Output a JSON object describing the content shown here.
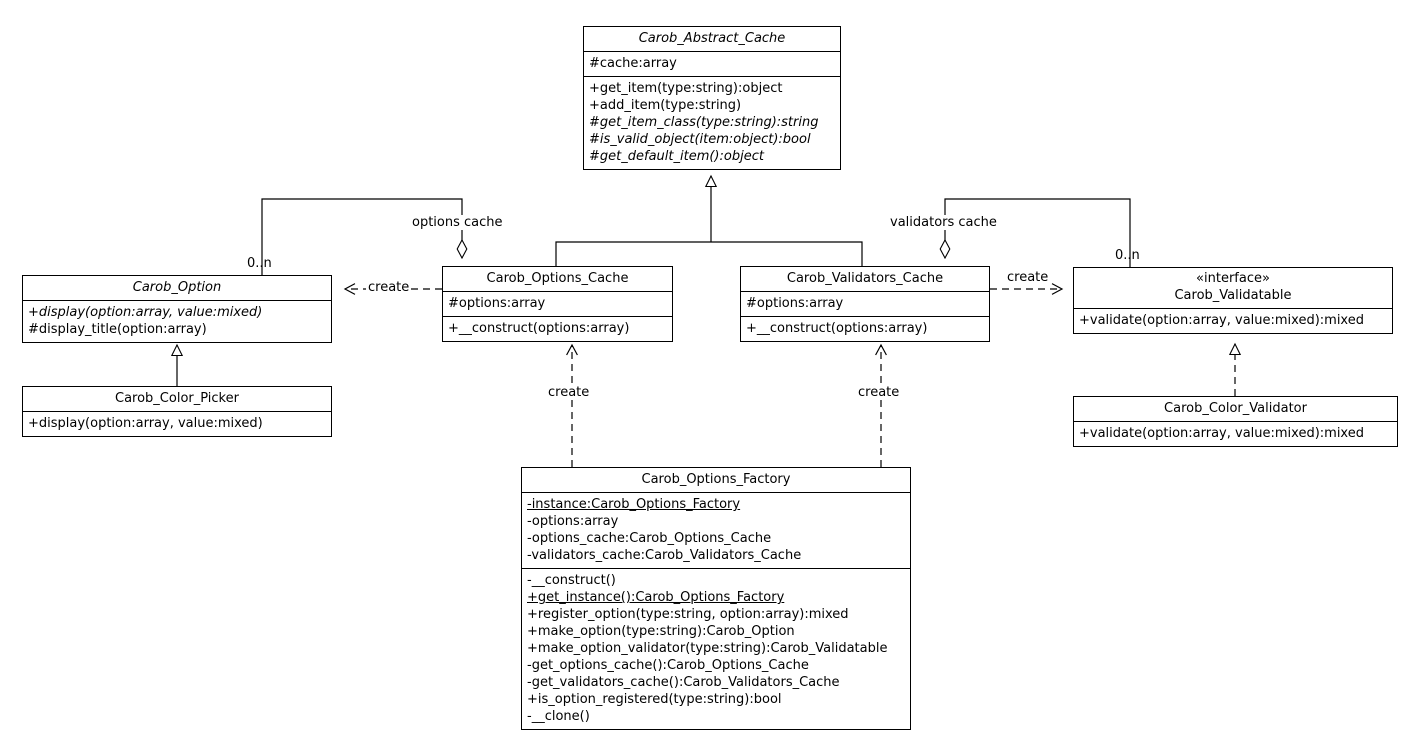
{
  "diagram": {
    "kind": "uml-class-diagram",
    "background": "#ffffff",
    "line_color": "#000000",
    "text_color": "#000000"
  },
  "classes": {
    "abstract_cache": {
      "name": "Carob_Abstract_Cache",
      "stereotype": "",
      "abstract": true,
      "attributes": [
        {
          "text": "#cache:array",
          "abstract": false,
          "static": false
        }
      ],
      "methods": [
        {
          "text": "+get_item(type:string):object",
          "abstract": false,
          "static": false
        },
        {
          "text": "+add_item(type:string)",
          "abstract": false,
          "static": false
        },
        {
          "text": "#get_item_class(type:string):string",
          "abstract": true,
          "static": false
        },
        {
          "text": "#is_valid_object(item:object):bool",
          "abstract": true,
          "static": false
        },
        {
          "text": "#get_default_item():object",
          "abstract": true,
          "static": false
        }
      ]
    },
    "option": {
      "name": "Carob_Option",
      "stereotype": "",
      "abstract": true,
      "attributes": [],
      "methods": [
        {
          "text": "+display(option:array, value:mixed)",
          "abstract": true,
          "static": false
        },
        {
          "text": "#display_title(option:array)",
          "abstract": false,
          "static": false
        }
      ]
    },
    "color_picker": {
      "name": "Carob_Color_Picker",
      "stereotype": "",
      "abstract": false,
      "attributes": [],
      "methods": [
        {
          "text": "+display(option:array, value:mixed)",
          "abstract": false,
          "static": false
        }
      ]
    },
    "options_cache": {
      "name": "Carob_Options_Cache",
      "stereotype": "",
      "abstract": false,
      "attributes": [
        {
          "text": "#options:array",
          "abstract": false,
          "static": false
        }
      ],
      "methods": [
        {
          "text": "+__construct(options:array)",
          "abstract": false,
          "static": false
        }
      ]
    },
    "validators_cache": {
      "name": "Carob_Validators_Cache",
      "stereotype": "",
      "abstract": false,
      "attributes": [
        {
          "text": "#options:array",
          "abstract": false,
          "static": false
        }
      ],
      "methods": [
        {
          "text": "+__construct(options:array)",
          "abstract": false,
          "static": false
        }
      ]
    },
    "validatable": {
      "name": "Carob_Validatable",
      "stereotype": "«interface»",
      "abstract": false,
      "attributes": [],
      "methods": [
        {
          "text": "+validate(option:array, value:mixed):mixed",
          "abstract": false,
          "static": false
        }
      ]
    },
    "color_validator": {
      "name": "Carob_Color_Validator",
      "stereotype": "",
      "abstract": false,
      "attributes": [],
      "methods": [
        {
          "text": "+validate(option:array, value:mixed):mixed",
          "abstract": false,
          "static": false
        }
      ]
    },
    "options_factory": {
      "name": "Carob_Options_Factory",
      "stereotype": "",
      "abstract": false,
      "attributes": [
        {
          "text": "-instance:Carob_Options_Factory",
          "abstract": false,
          "static": true
        },
        {
          "text": "-options:array",
          "abstract": false,
          "static": false
        },
        {
          "text": "-options_cache:Carob_Options_Cache",
          "abstract": false,
          "static": false
        },
        {
          "text": "-validators_cache:Carob_Validators_Cache",
          "abstract": false,
          "static": false
        }
      ],
      "methods": [
        {
          "text": "-__construct()",
          "abstract": false,
          "static": false
        },
        {
          "text": "+get_instance():Carob_Options_Factory",
          "abstract": false,
          "static": true
        },
        {
          "text": "+register_option(type:string, option:array):mixed",
          "abstract": false,
          "static": false
        },
        {
          "text": "+make_option(type:string):Carob_Option",
          "abstract": false,
          "static": false
        },
        {
          "text": "+make_option_validator(type:string):Carob_Validatable",
          "abstract": false,
          "static": false
        },
        {
          "text": "-get_options_cache():Carob_Options_Cache",
          "abstract": false,
          "static": false
        },
        {
          "text": "-get_validators_cache():Carob_Validators_Cache",
          "abstract": false,
          "static": false
        },
        {
          "text": "+is_option_registered(type:string):bool",
          "abstract": false,
          "static": false
        },
        {
          "text": "-__clone()",
          "abstract": false,
          "static": false
        }
      ]
    }
  },
  "relationships": [
    {
      "id": "gen-caches-abstract",
      "type": "generalization",
      "from": [
        "Carob_Options_Cache",
        "Carob_Validators_Cache"
      ],
      "to": "Carob_Abstract_Cache",
      "label": ""
    },
    {
      "id": "agg-options-cache",
      "type": "aggregation",
      "from": "Carob_Options_Cache",
      "to": "Carob_Option",
      "label": "options cache",
      "multiplicity_target": "0..n"
    },
    {
      "id": "agg-validators-cache",
      "type": "aggregation",
      "from": "Carob_Validators_Cache",
      "to": "Carob_Validatable",
      "label": "validators cache",
      "multiplicity_target": "0..n"
    },
    {
      "id": "dep-options-cache-create-option",
      "type": "dependency",
      "from": "Carob_Options_Cache",
      "to": "Carob_Option",
      "label": "create"
    },
    {
      "id": "dep-validators-cache-create-validatable",
      "type": "dependency",
      "from": "Carob_Validators_Cache",
      "to": "Carob_Validatable",
      "label": "create"
    },
    {
      "id": "dep-factory-create-options-cache",
      "type": "dependency",
      "from": "Carob_Options_Factory",
      "to": "Carob_Options_Cache",
      "label": "create"
    },
    {
      "id": "dep-factory-create-validators-cache",
      "type": "dependency",
      "from": "Carob_Options_Factory",
      "to": "Carob_Validators_Cache",
      "label": "create"
    },
    {
      "id": "gen-color-picker-option",
      "type": "generalization",
      "from": "Carob_Color_Picker",
      "to": "Carob_Option",
      "label": ""
    },
    {
      "id": "real-color-validator-validatable",
      "type": "realization",
      "from": "Carob_Color_Validator",
      "to": "Carob_Validatable",
      "label": ""
    }
  ],
  "edge_labels": {
    "options_cache": "options cache",
    "validators_cache": "validators cache",
    "create_left": "create",
    "create_right": "create",
    "create_factory_left": "create",
    "create_factory_right": "create",
    "mult_option": "0..n",
    "mult_validatable": "0..n"
  }
}
